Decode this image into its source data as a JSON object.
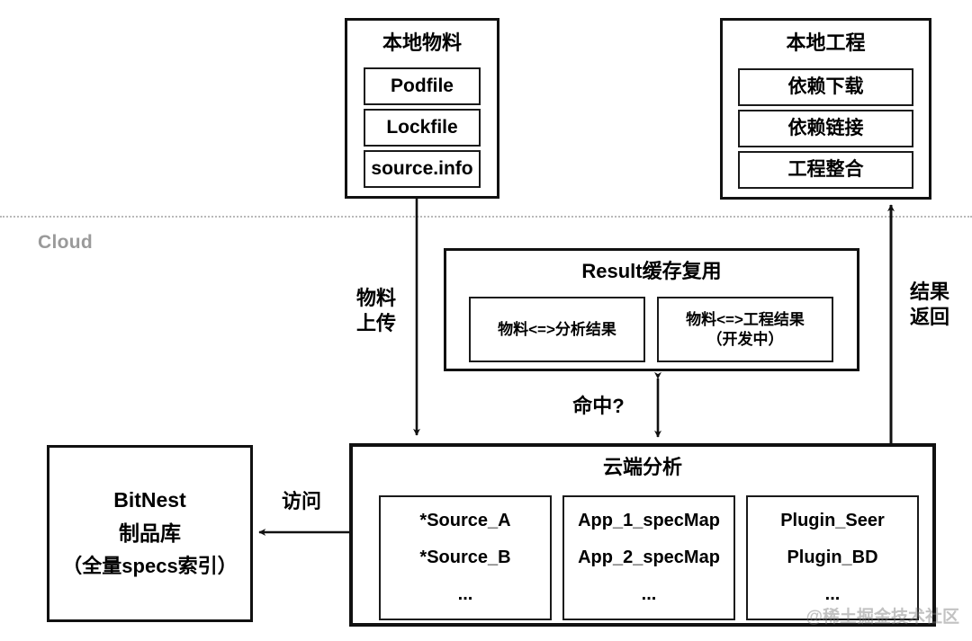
{
  "diagram": {
    "cloud_divider_label": "Cloud",
    "watermark": "@稀土掘金技术社区",
    "local_materials": {
      "title": "本地物料",
      "items": [
        "Podfile",
        "Lockfile",
        "source.info"
      ]
    },
    "local_project": {
      "title": "本地工程",
      "items": [
        "依赖下载",
        "依赖链接",
        "工程整合"
      ]
    },
    "result_cache": {
      "title": "Result缓存复用",
      "items": [
        "物料<=>分析结果",
        "物料<=>工程结果\n（开发中）"
      ]
    },
    "cloud_analysis": {
      "title": "云端分析",
      "columns": [
        {
          "lines": [
            "*Source_A",
            "*Source_B",
            "..."
          ]
        },
        {
          "lines": [
            "App_1_specMap",
            "App_2_specMap",
            "..."
          ]
        },
        {
          "lines": [
            "Plugin_Seer",
            "Plugin_BD",
            "..."
          ]
        }
      ]
    },
    "bitnest": {
      "lines": [
        "BitNest",
        "制品库",
        "（全量specs索引）"
      ]
    },
    "edges": [
      {
        "name": "upload",
        "label": "物料\n上传"
      },
      {
        "name": "hit",
        "label": "命中?"
      },
      {
        "name": "access",
        "label": "访问"
      },
      {
        "name": "result-return",
        "label": "结果\n返回"
      }
    ],
    "colors": {
      "stroke": "#111111",
      "divider": "#b9b9b9",
      "cloud_label": "#9a9a9a",
      "background": "#ffffff"
    }
  }
}
